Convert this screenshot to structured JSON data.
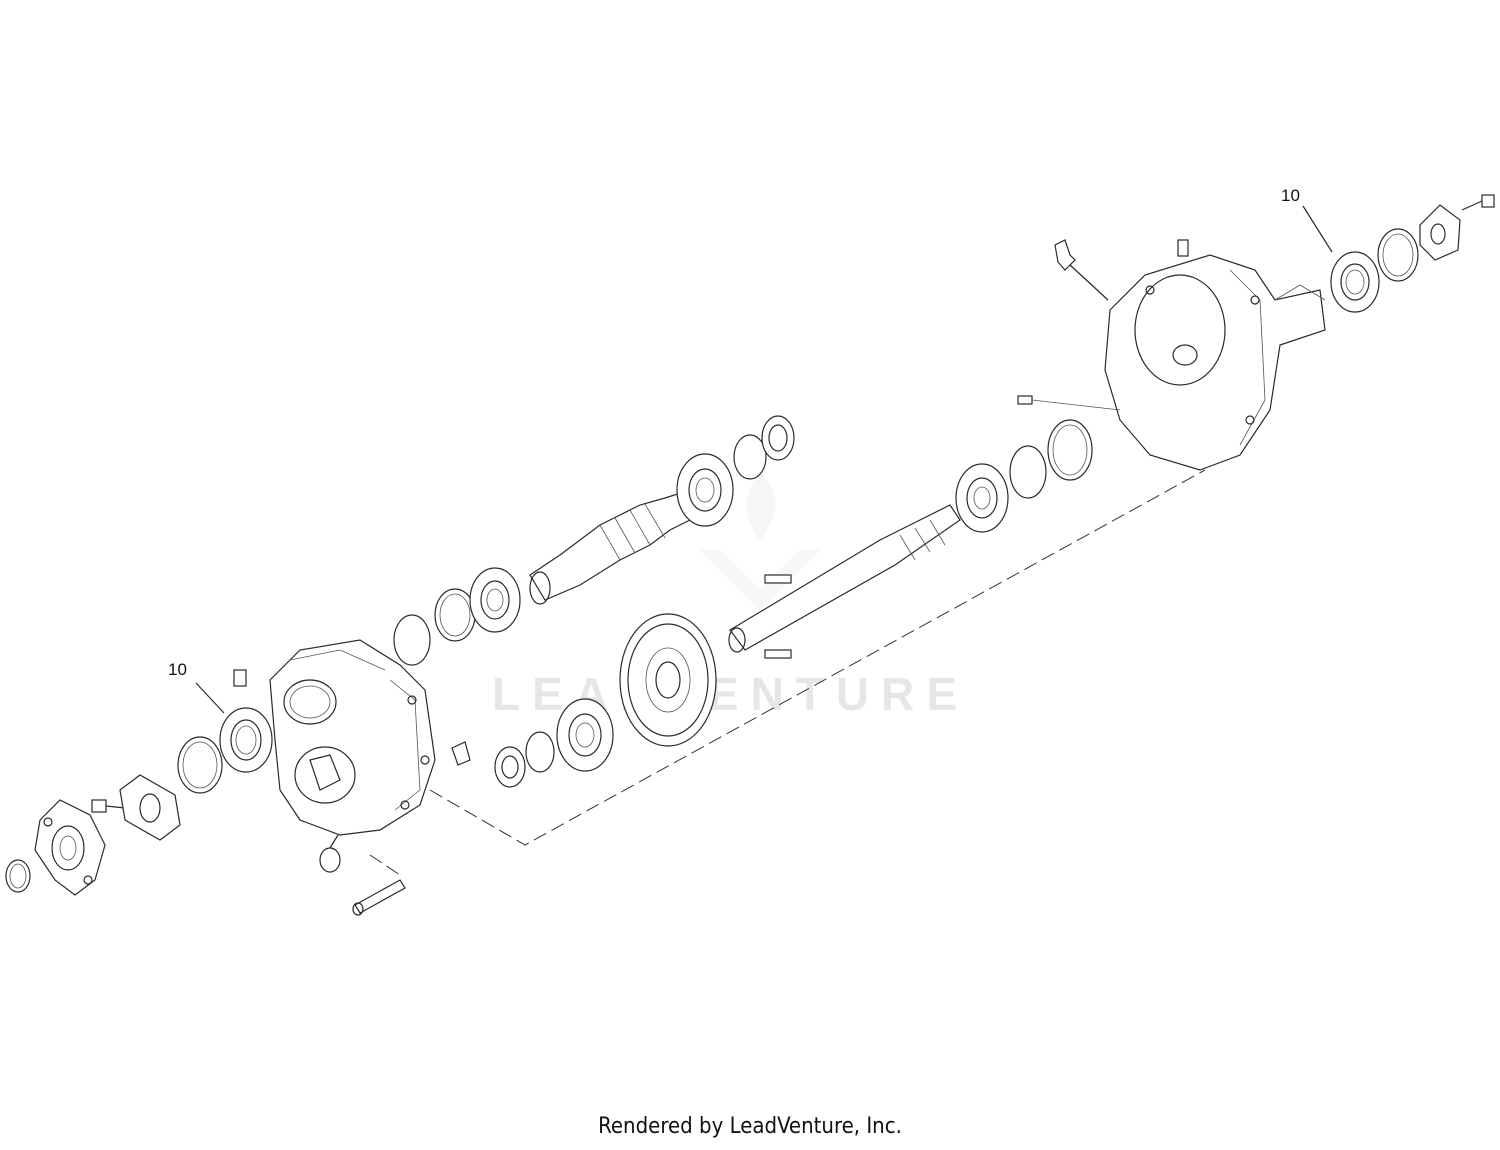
{
  "diagram": {
    "callouts": [
      {
        "label": "10"
      },
      {
        "label": "10"
      }
    ],
    "watermark": "LEADVENTURE"
  },
  "footer": {
    "text": "Rendered by LeadVenture, Inc."
  }
}
